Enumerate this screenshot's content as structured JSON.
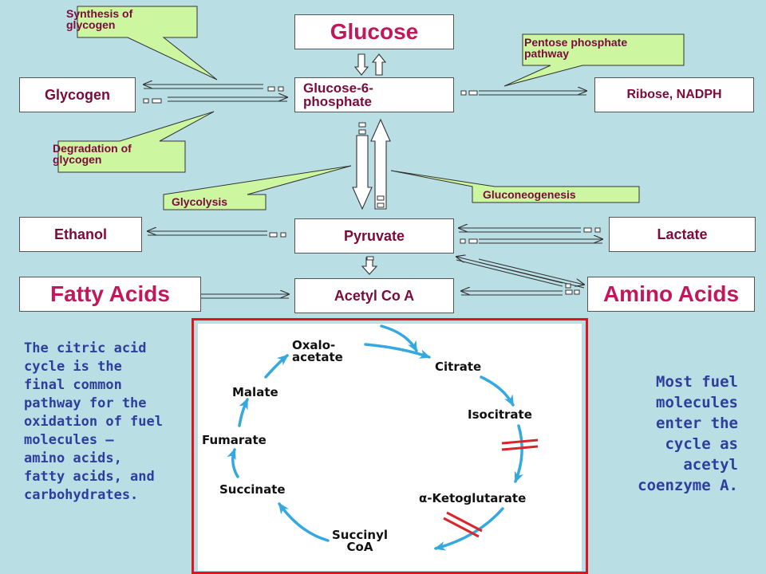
{
  "nodes": {
    "glucose": "Glucose",
    "glucose6p_line1": "Glucose-6-",
    "glucose6p_line2": "phosphate",
    "glycogen": "Glycogen",
    "ribose": "Ribose, NADPH",
    "ethanol": "Ethanol",
    "pyruvate": "Pyruvate",
    "lactate": "Lactate",
    "fatty_acids": "Fatty Acids",
    "acetyl_coa": "Acetyl Co A",
    "amino_acids": "Amino Acids"
  },
  "callouts": {
    "synthesis_line1": "Synthesis of",
    "synthesis_line2": "glycogen",
    "degradation_line1": "Degradation of",
    "degradation_line2": "glycogen",
    "pentose_line1": "Pentose phosphate",
    "pentose_line2": "pathway",
    "glycolysis": "Glycolysis",
    "gluconeogenesis": "Gluconeogenesis"
  },
  "left_text": [
    "The citric acid",
    "cycle is the",
    "final common",
    "pathway for the",
    "oxidation of fuel",
    "molecules —",
    "amino acids,",
    "fatty acids, and",
    "carbohydrates."
  ],
  "right_text": [
    "Most fuel",
    "molecules",
    "enter the",
    "cycle as",
    "acetyl",
    "coenzyme A."
  ],
  "cycle": {
    "oxaloacetate_line1": "Oxalo-",
    "oxaloacetate_line2": "acetate",
    "citrate": "Citrate",
    "isocitrate": "Isocitrate",
    "ketoglutarate": "α-Ketoglutarate",
    "succinyl_line1": "Succinyl",
    "succinyl_line2": "CoA",
    "succinate": "Succinate",
    "fumarate": "Fumarate",
    "malate": "Malate"
  },
  "colors": {
    "background": "#b9dfe5",
    "label_text": "#7b0b3a",
    "big_label": "#c2185b",
    "callout_fill": "#ccf7a0",
    "body_text": "#2b3f9e",
    "cycle_arrow": "#35a8e0",
    "frame_border": "#e0141a",
    "inhibition_mark": "#d9262c"
  }
}
